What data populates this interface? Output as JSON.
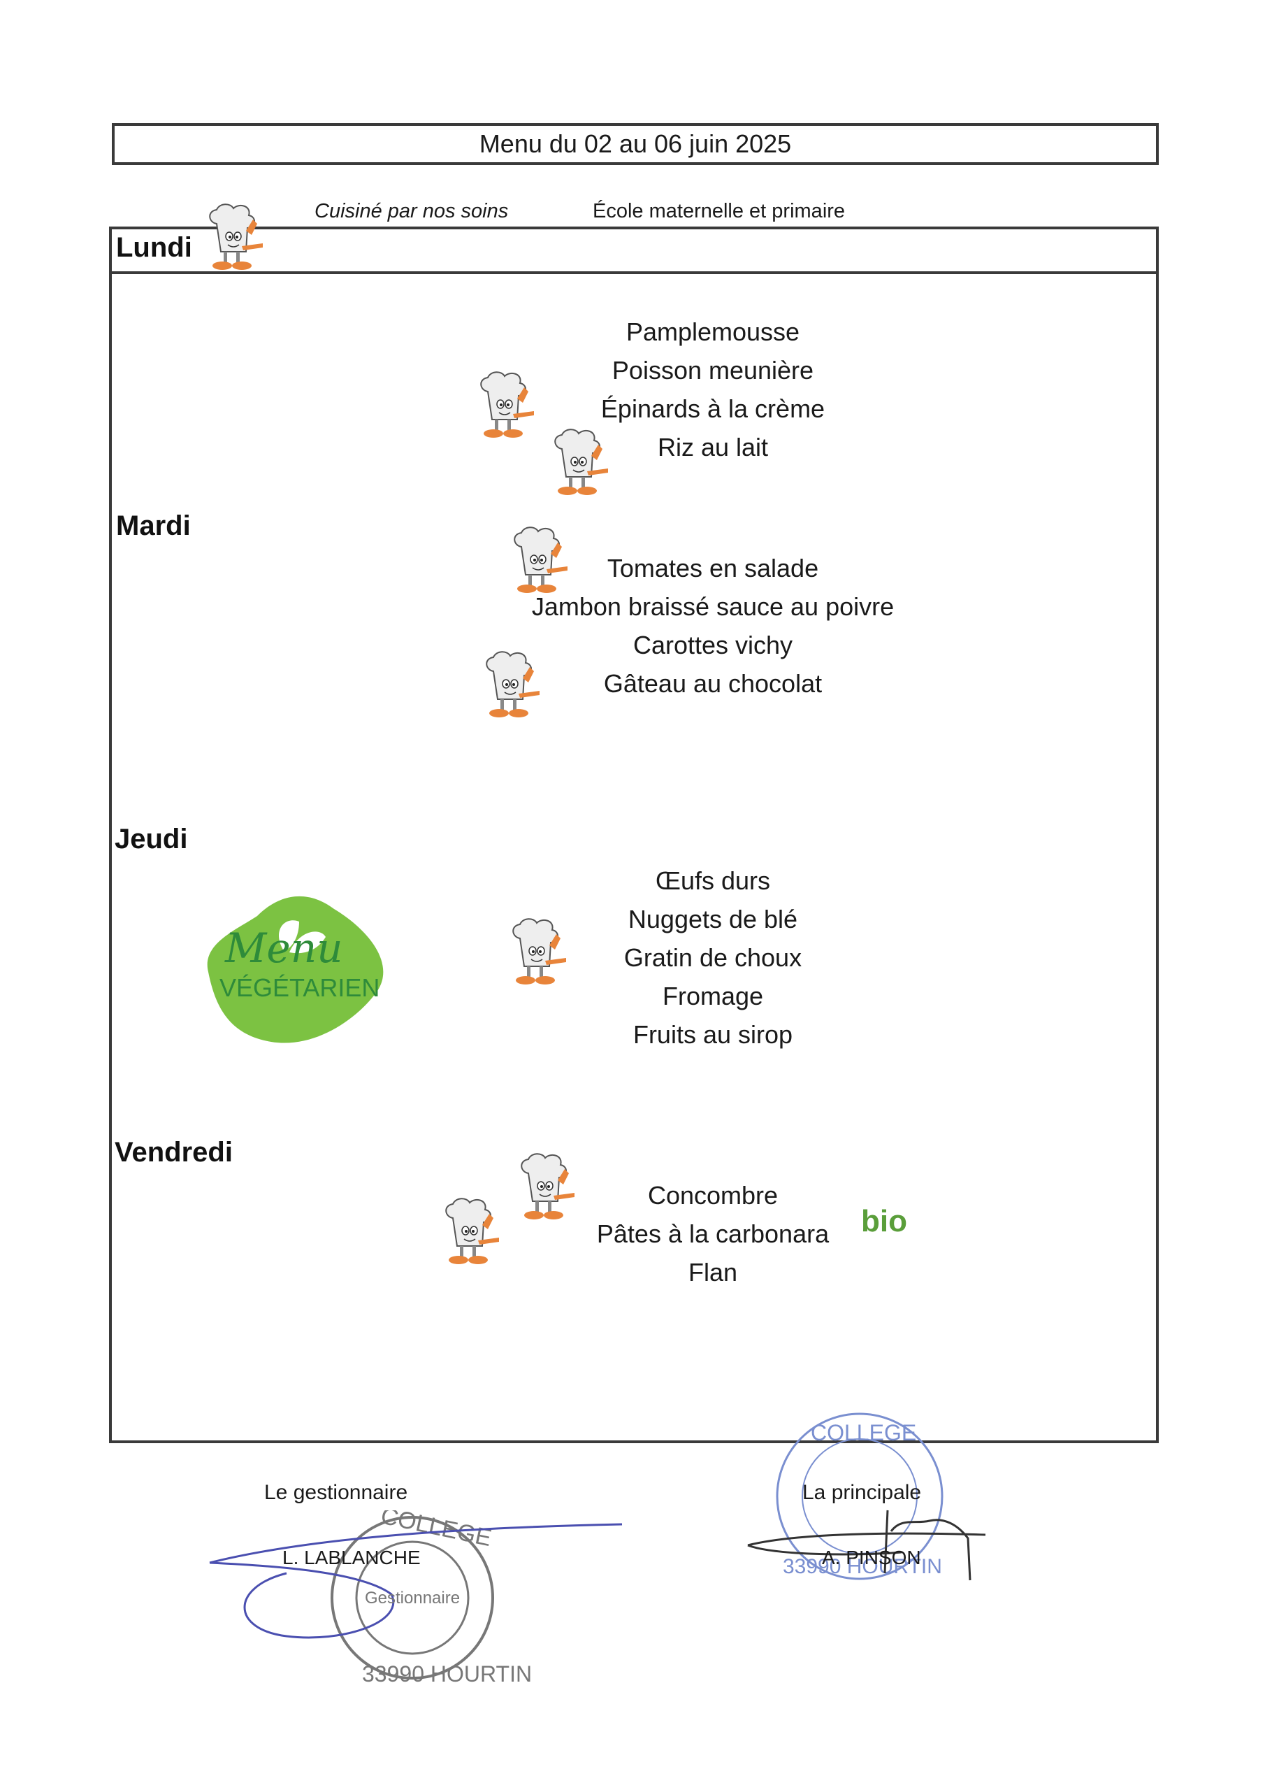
{
  "header": {
    "title": "Menu du 02 au 06 juin 2025",
    "tagline": "Cuisiné  par nos soins",
    "school": "École maternelle et primaire"
  },
  "days": [
    {
      "label": "Lundi",
      "dishes": [
        "Pamplemousse",
        "Poisson meunière",
        "Épinards à la crème",
        "Riz au lait"
      ]
    },
    {
      "label": "Mardi",
      "dishes": [
        "Tomates en salade",
        "Jambon braissé sauce au poivre",
        "Carottes vichy",
        "Gâteau au chocolat"
      ]
    },
    {
      "label": "Jeudi",
      "badge": {
        "line1": "Menu",
        "line2": "VÉGÉTARIEN"
      },
      "dishes": [
        "Œufs durs",
        "Nuggets de blé",
        "Gratin de choux",
        "Fromage",
        "Fruits au sirop"
      ]
    },
    {
      "label": "Vendredi",
      "dishes": [
        "Concombre",
        "Pâtes à la carbonara",
        "Flan"
      ],
      "bio_label": "bio"
    }
  ],
  "signatures": {
    "left": {
      "role": "Le gestionnaire",
      "name": "L. LABLANCHE",
      "stamp_top": "COLLEGE",
      "stamp_center": "Gestionnaire",
      "stamp_bottom": "33990 HOURTIN"
    },
    "right": {
      "role": "La principale",
      "name": "A. PINSON",
      "stamp_top": "COLLEGE",
      "stamp_bottom": "33990 HOURTIN"
    }
  },
  "colors": {
    "border": "#3a3a3a",
    "veg_green": "#7cc242",
    "veg_text": "#2e8b3a",
    "bio_green": "#5a9e3a",
    "stamp_gray": "#777777",
    "stamp_blue": "#7a8fd0",
    "ink_blue": "#4a4fb0"
  }
}
